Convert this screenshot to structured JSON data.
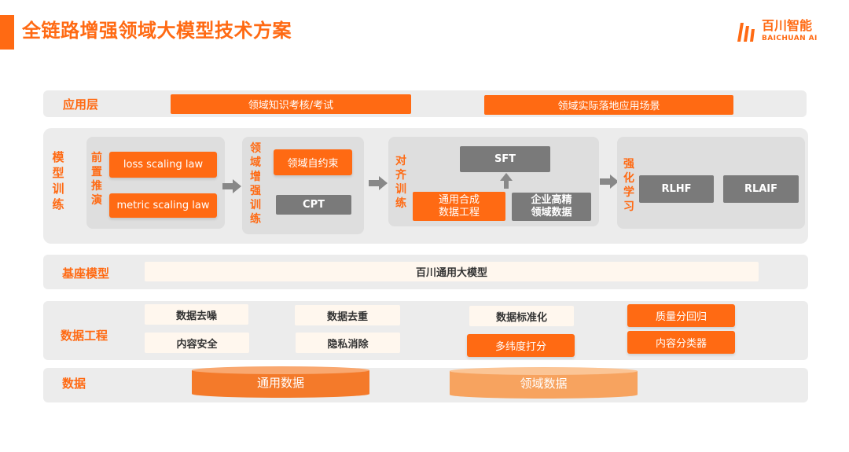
{
  "header": {
    "title": "全链路增强领域大模型技术方案",
    "logo_cn": "百川智能",
    "logo_en": "BAICHUAN AI"
  },
  "colors": {
    "accent": "#ff6a13",
    "light_accent": "#f7a35f",
    "grey_box": "#7a7a7a",
    "band_bg": "#ececec",
    "panel_bg": "#dedede",
    "pale_box": "#fff7ee"
  },
  "icons": {
    "logo": "baichuan-logo-icon",
    "flow": "right-arrow-icon",
    "up": "up-arrow-icon"
  },
  "application_layer": {
    "label": "应用层",
    "items": [
      "领域知识考核/考试",
      "领域实际落地应用场景"
    ]
  },
  "model_training": {
    "label": "模型训练",
    "pretraining": {
      "label": "前置推演",
      "items": [
        "loss scaling law",
        "metric scaling law"
      ]
    },
    "domain_enhance": {
      "label": "领域增强训练",
      "items": [
        "领域自约束",
        "CPT"
      ]
    },
    "alignment": {
      "label": "对齐训练",
      "sft": "SFT",
      "data_items": [
        "通用合成\n数据工程",
        "企业高精\n领域数据"
      ]
    },
    "rl": {
      "label": "强化学习",
      "items": [
        "RLHF",
        "RLAIF"
      ]
    }
  },
  "base_model": {
    "label": "基座模型",
    "item": "百川通用大模型"
  },
  "data_engineering": {
    "label": "数据工程",
    "items": [
      "数据去噪",
      "数据去重",
      "数据标准化",
      "质量分回归",
      "内容安全",
      "隐私消除",
      "多纬度打分",
      "内容分类器"
    ]
  },
  "data": {
    "label": "数据",
    "items": [
      "通用数据",
      "领域数据"
    ]
  }
}
